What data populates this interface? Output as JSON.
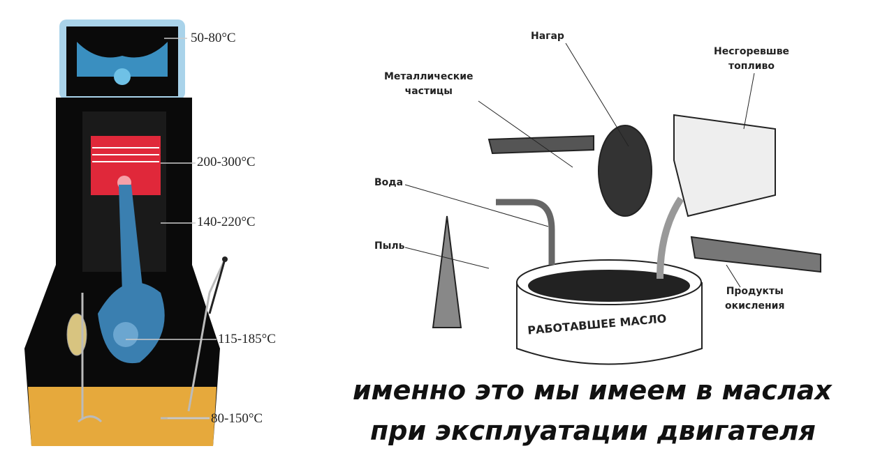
{
  "engine": {
    "temperatures": [
      "50-80°C",
      "200-300°C",
      "140-220°C",
      "115-185°C",
      "80-150°C"
    ],
    "colors": {
      "valve_cover": "#a9d3ea",
      "block": "#0a0a0a",
      "piston": "#e0283a",
      "rod": "#3a7fb0",
      "oil": "#e6a93c"
    }
  },
  "oil_contaminants": {
    "carbon": "Нагар",
    "metal_line1": "Металлические",
    "metal_line2": "частицы",
    "fuel_line1": "Несгоревшве",
    "fuel_line2": "топливо",
    "water": "Вода",
    "dust": "Пыль",
    "oxidation_line1": "Продукты",
    "oxidation_line2": "окисления",
    "pot_label": "РАБОТАВШЕЕ МАСЛО"
  },
  "caption": {
    "line1": "именно это мы имеем в маслах",
    "line2": "при эксплуатации двигателя"
  }
}
